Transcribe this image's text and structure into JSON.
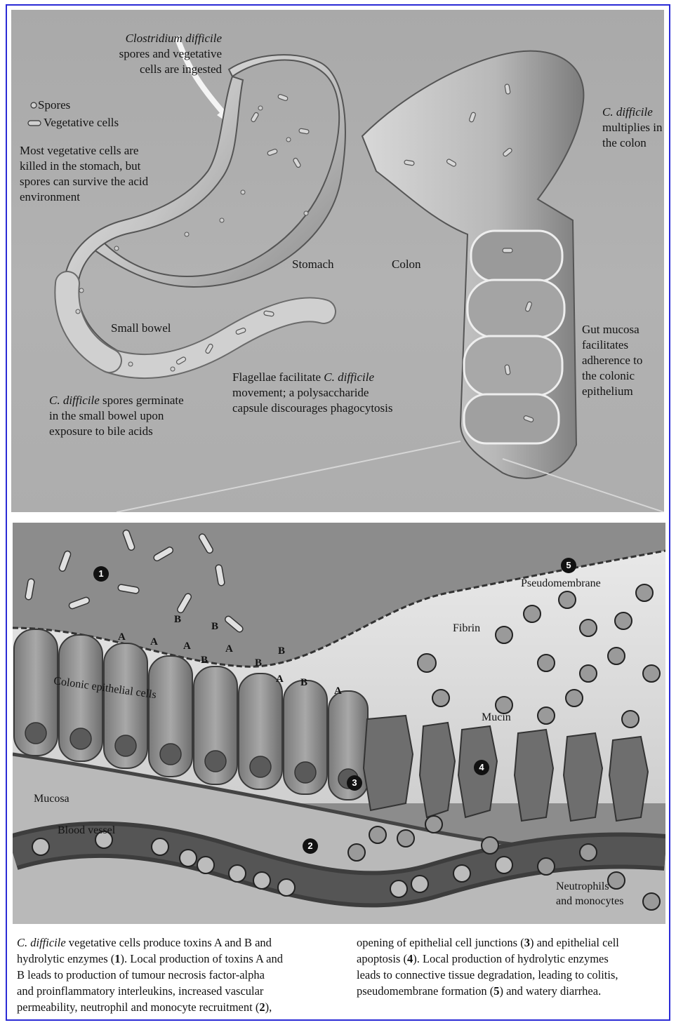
{
  "top": {
    "ingest_line1": "Clostridium difficile",
    "ingest_line2": "spores and vegetative",
    "ingest_line3": "cells are ingested",
    "legend_spores": "Spores",
    "legend_vegetative": "Vegetative cells",
    "stomach_note_1": "Most vegetative cells are",
    "stomach_note_2": "killed in the stomach, but",
    "stomach_note_3": "spores can survive the acid",
    "stomach_note_4": "environment",
    "stomach": "Stomach",
    "colon": "Colon",
    "small_bowel": "Small bowel",
    "multiplies_1": "C. difficile",
    "multiplies_2": "multiplies in",
    "multiplies_3": "the colon",
    "germinate_1_italic": "C. difficile",
    "germinate_1_rest": " spores germinate",
    "germinate_2": "in the small bowel upon",
    "germinate_3": "exposure to bile acids",
    "flagellae_1_pre": "Flagellae facilitate ",
    "flagellae_1_italic": "C. difficile",
    "flagellae_2": "movement; a polysaccharide",
    "flagellae_3": "capsule discourages phagocytosis",
    "mucosa_1": "Gut mucosa",
    "mucosa_2": "facilitates",
    "mucosa_3": "adherence to",
    "mucosa_4": "the colonic",
    "mucosa_5": "epithelium"
  },
  "bottom": {
    "pseudomembrane": "Pseudomembrane",
    "fibrin": "Fibrin",
    "colonic_cells": "Colonic epithelial cells",
    "mucin": "Mucin",
    "mucosa": "Mucosa",
    "blood_vessel": "Blood vessel",
    "neutrophils_1": "Neutrophils",
    "neutrophils_2": "and monocytes",
    "badge_1": "1",
    "badge_2": "2",
    "badge_3": "3",
    "badge_4": "4",
    "badge_5": "5",
    "toxin_a": "A",
    "toxin_b": "B"
  },
  "caption": {
    "l1_italic": "C. difficile",
    "l1_rest": " vegetative cells produce toxins A and B and",
    "l2_pre": "hydrolytic enzymes (",
    "l2_num": "1",
    "l2_post": "). Local production of toxins A and",
    "l3": "B leads to production of tumour necrosis factor-alpha",
    "l4": "and proinflammatory interleukins, increased vascular",
    "l5_pre": "permeability, neutrophil and monocyte recruitment (",
    "l5_num": "2",
    "l5_post": "),",
    "r1_pre": "opening of epithelial cell junctions (",
    "r1_num": "3",
    "r1_mid": ") and epithelial cell",
    "r2_pre": "apoptosis (",
    "r2_num": "4",
    "r2_post": "). Local production of hydrolytic enzymes",
    "r3": "leads to connective tissue degradation, leading to colitis,",
    "r4_pre": "pseudomembrane formation (",
    "r4_num": "5",
    "r4_post": ") and watery diarrhea."
  }
}
